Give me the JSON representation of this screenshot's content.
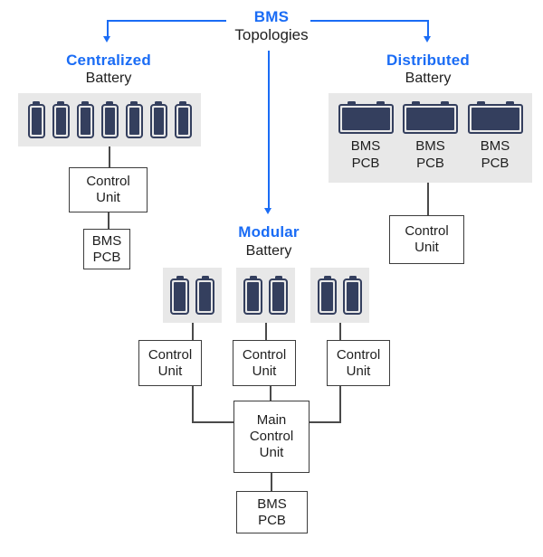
{
  "header": {
    "title": "BMS",
    "subtitle": "Topologies"
  },
  "colors": {
    "accent": "#1a6cf5",
    "battery": "#343f5e",
    "tray_bg": "#e8e8e8",
    "line": "#4a4a4a"
  },
  "centralized": {
    "label": "Centralized",
    "battery_label": "Battery",
    "battery_count": 7,
    "control_unit": "Control\nUnit",
    "bms_pcb": "BMS\nPCB"
  },
  "distributed": {
    "label": "Distributed",
    "battery_label": "Battery",
    "module_labels": [
      "BMS\nPCB",
      "BMS\nPCB",
      "BMS\nPCB"
    ],
    "control_unit": "Control\nUnit"
  },
  "modular": {
    "label": "Modular",
    "battery_label": "Battery",
    "pack_count": 3,
    "control_units": [
      "Control\nUnit",
      "Control\nUnit",
      "Control\nUnit"
    ],
    "main_control_unit": "Main\nControl\nUnit",
    "bms_pcb": "BMS\nPCB"
  }
}
